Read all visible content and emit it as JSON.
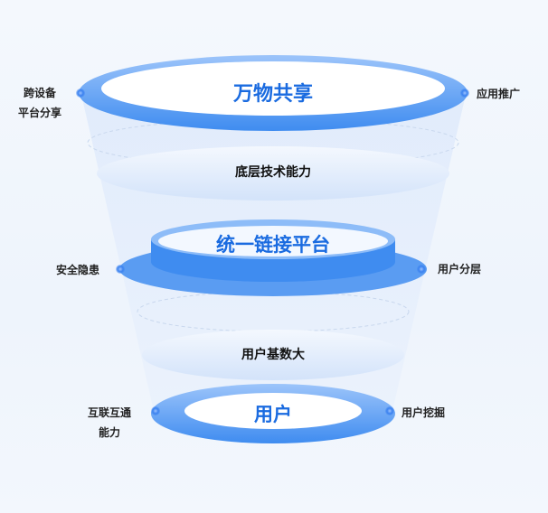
{
  "levels": [
    {
      "title": "万物共享",
      "left": [
        "跨设备",
        "平台分享"
      ],
      "right": "应用推广"
    },
    {
      "band": "底层技术能力"
    },
    {
      "title": "统一链接平台",
      "left": [
        "安全隐患"
      ],
      "right": "用户分层"
    },
    {
      "band": "用户基数大"
    },
    {
      "title": "用户",
      "left": [
        "互联互通",
        "能力"
      ],
      "right": "用户挖掘"
    }
  ],
  "colors": {
    "accent": "#1a6be0",
    "ring": "#4e95f2",
    "dot": "#3b82f0"
  }
}
